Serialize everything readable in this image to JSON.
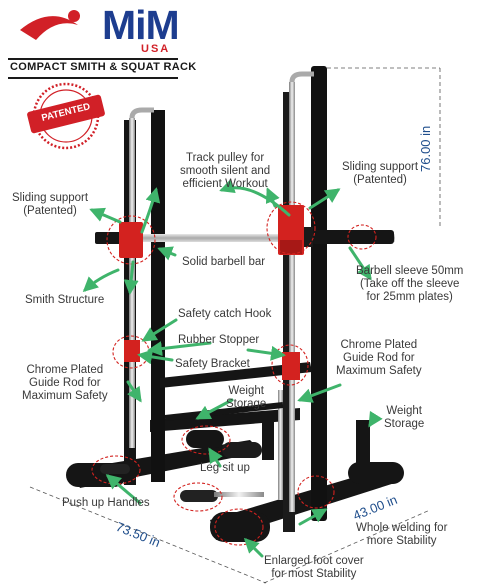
{
  "brand": {
    "name": "MiM",
    "country": "USA",
    "tagline": "COMPACT SMITH & SQUAT RACK"
  },
  "seal": {
    "text": "PATENTED"
  },
  "dimensions": {
    "height": "76.00 in",
    "length": "73.50 in",
    "width": "43.00 in"
  },
  "labels": {
    "track_pulley": "Track pulley for\nsmooth silent and\nefficient Workout",
    "sliding_support_left": "Sliding support\n(Patented)",
    "sliding_support_right": "Sliding support\n(Patented)",
    "solid_barbell_bar": "Solid barbell bar",
    "barbell_sleeve": "Barbell sleeve 50mm\n(Take off the sleeve\nfor 25mm plates)",
    "smith_structure": "Smith Structure",
    "safety_catch_hook": "Safety catch Hook",
    "rubber_stopper": "Rubber Stopper",
    "safety_bracket": "Safety Bracket",
    "chrome_rod_left": "Chrome Plated\nGuide Rod for\nMaximum Safety",
    "chrome_rod_right": "Chrome Plated\nGuide Rod for\nMaximum Safety",
    "weight_storage_left": "Weight\nStorage",
    "weight_storage_right": "Weight\nStorage",
    "leg_sit_up": "Leg sit up",
    "push_up_handles": "Push up Handles",
    "whole_welding": "Whole welding for\nmore Stability",
    "foot_cover": "Enlarged foot cover\nfor most Stability"
  },
  "colors": {
    "brand_blue": "#1d3d8f",
    "brand_red": "#d12027",
    "frame_black": "#151515",
    "accent_red": "#d3221f",
    "arrow_green": "#3fb46b",
    "dimension_blue": "#1f4e8c"
  }
}
